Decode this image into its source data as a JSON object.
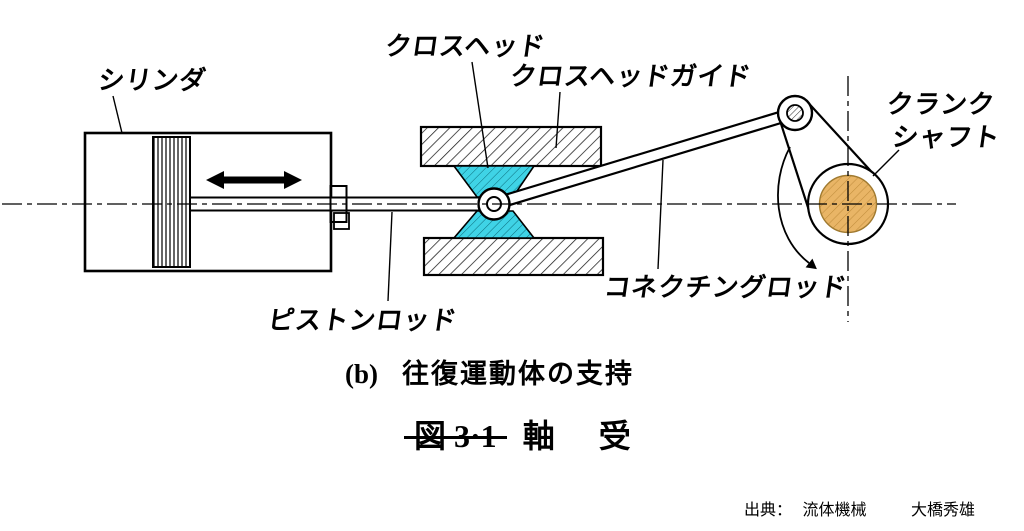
{
  "labels": {
    "cylinder": "シリンダ",
    "crosshead": "クロスヘッド",
    "crosshead_guide": "クロスヘッドガイド",
    "crankshaft_line1": "クランク",
    "crankshaft_line2": "シャフト",
    "piston_rod": "ピストンロッド",
    "connecting_rod": "コネクチングロッド"
  },
  "caption": {
    "index": "(b)",
    "text": "往復運動体の支持"
  },
  "figure": {
    "number": "図 3·1",
    "title": "軸　受"
  },
  "source": {
    "prefix": "出典：",
    "work": "流体機械",
    "author": "大橋秀雄"
  },
  "colors": {
    "crosshead_shoe": "#3FD3E6",
    "crank_journal": "#E9B566"
  }
}
